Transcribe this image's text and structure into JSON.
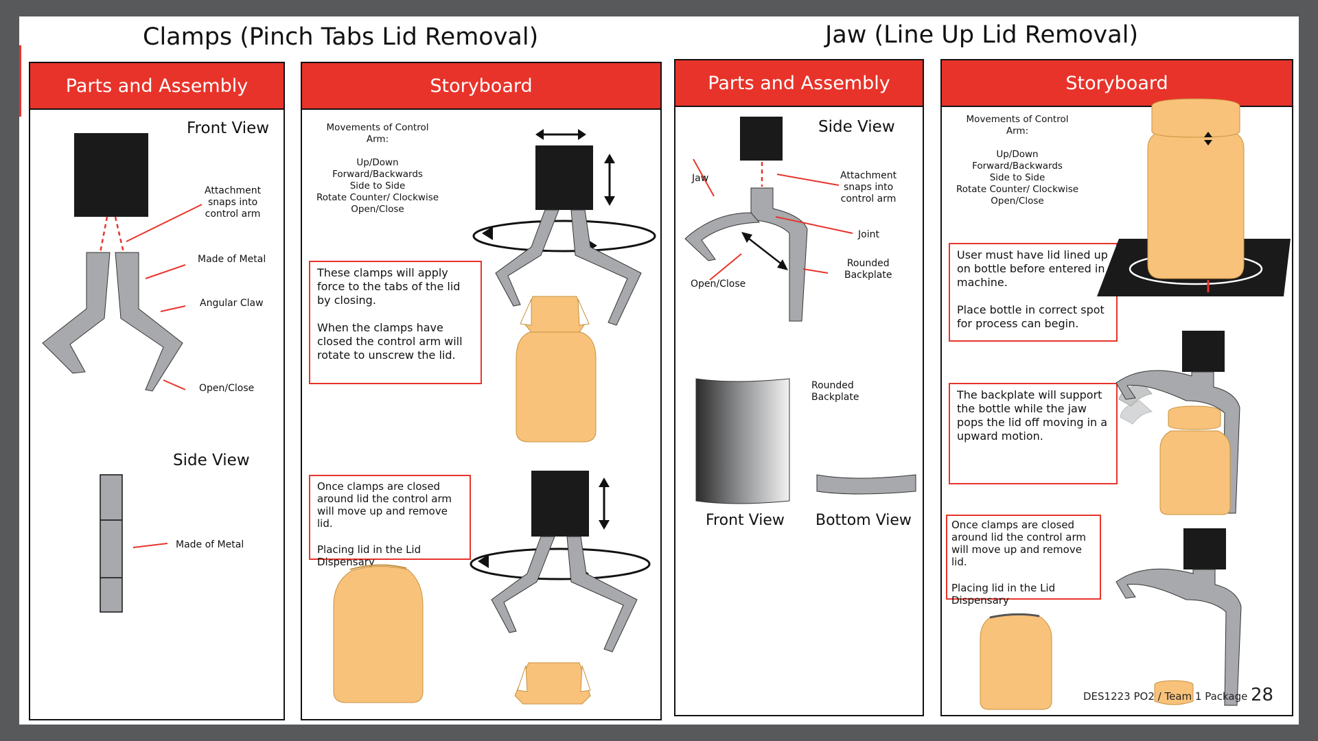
{
  "titles": {
    "left": "Clamps (Pinch Tabs Lid Removal)",
    "right": "Jaw (Line Up Lid Removal)"
  },
  "panel_headers": {
    "parts": "Parts and Assembly",
    "storyboard": "Storyboard"
  },
  "clamps_parts": {
    "front_view": "Front View",
    "side_view": "Side View",
    "label_attachment": "Attachment\nsnaps into\ncontrol arm",
    "label_metal": "Made of Metal",
    "label_angular": "Angular Claw",
    "label_open_close": "Open/Close",
    "label_side_metal": "Made of Metal"
  },
  "clamps_story": {
    "movements": "Movements of Control\nArm:\n\nUp/Down\nForward/Backwards\nSide to Side\nRotate Counter/ Clockwise\nOpen/Close",
    "box1_p1": "These clamps will apply force to the tabs of the lid by closing.",
    "box1_p2": "When the clamps have closed the control arm will rotate to unscrew the lid.",
    "box2_p1": "Once clamps are closed around lid the control arm will move up and remove lid.",
    "box2_p2": "Placing lid in the Lid Dispensary"
  },
  "jaw_parts": {
    "side_view": "Side View",
    "label_jaw": "Jaw",
    "label_attachment": "Attachment\nsnaps into\ncontrol arm",
    "label_joint": "Joint",
    "label_rounded": "Rounded\nBackplate",
    "label_open_close": "Open/Close",
    "label_rounded2": "Rounded\nBackplate",
    "front_view": "Front View",
    "bottom_view": "Bottom View"
  },
  "jaw_story": {
    "movements": "Movements of Control\nArm:\n\nUp/Down\nForward/Backwards\nSide to Side\nRotate Counter/ Clockwise\nOpen/Close",
    "box1_p1": "User must have lid lined up on bottle before entered in machine.",
    "box1_p2": "Place bottle in correct spot for process can begin.",
    "box2_p1": "The backplate will support the bottle while the jaw pops the lid off moving in a upward motion.",
    "box3_p1": "Once clamps are closed around lid the control arm will move up and remove lid.",
    "box3_p2": "Placing lid in the Lid Dispensary"
  },
  "footer": {
    "course": "DES1223 PO2 / Team 1 Package",
    "page": "28"
  },
  "colors": {
    "accent": "#e8332a",
    "bottle": "#f8c27a",
    "metal": "#a7a9ac",
    "block": "#1a1a1a"
  }
}
